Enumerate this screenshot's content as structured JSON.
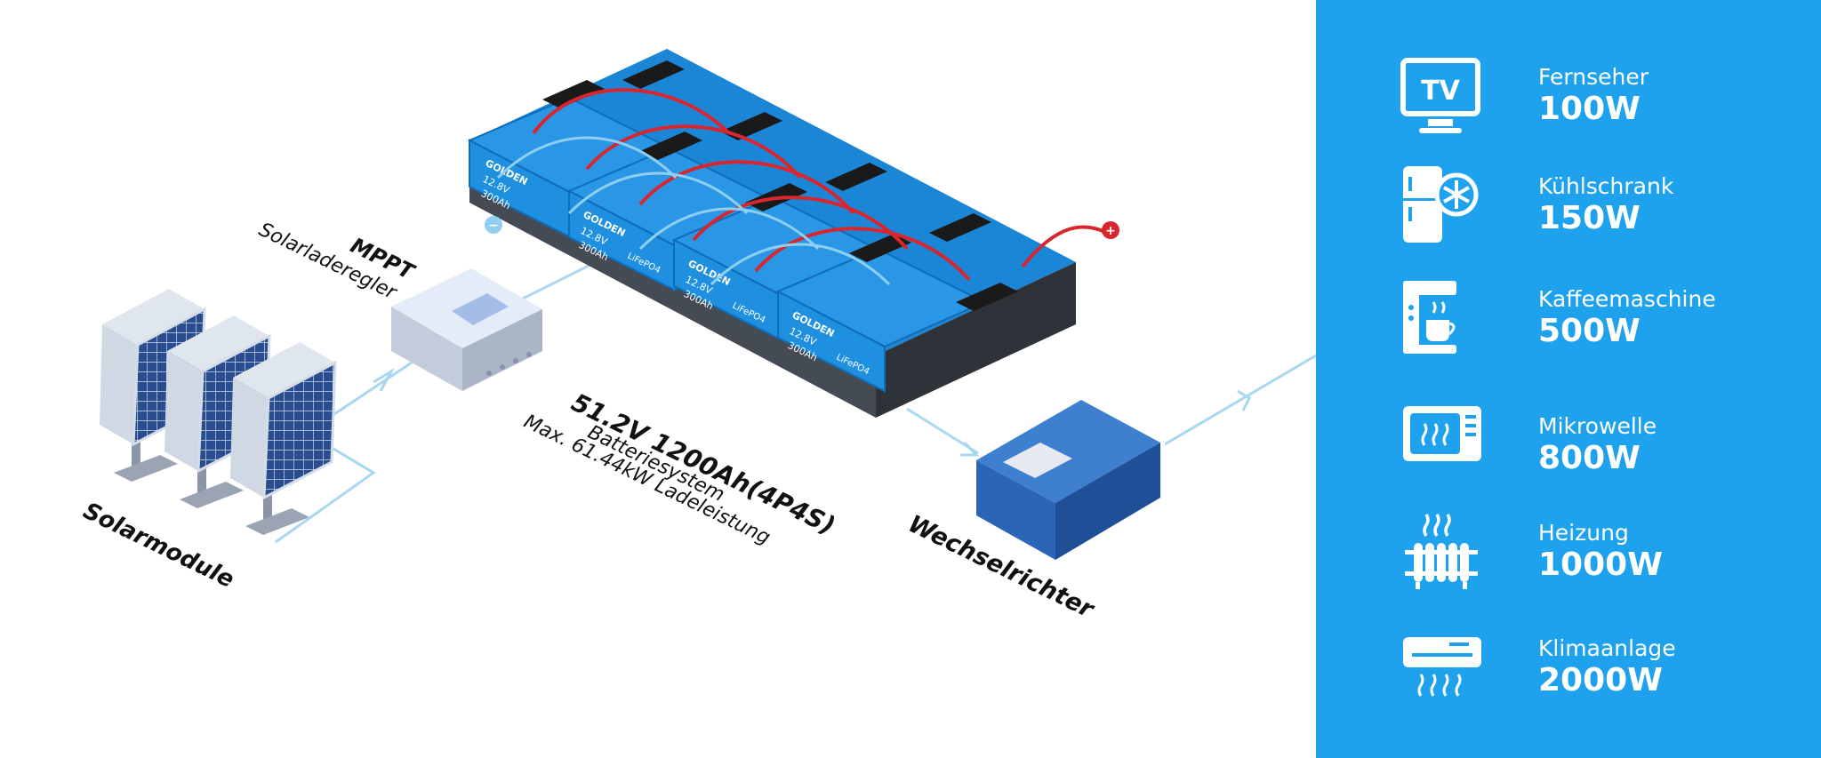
{
  "labels": {
    "solar": "Solarmodule",
    "mppt_title": "MPPT",
    "mppt_sub": "Solarladeregler",
    "battery_title": "51.2V 1200Ah(4P4S)",
    "battery_sub1": "Batteriesystem",
    "battery_sub2": "Max. 61.44kW Ladeleistung",
    "inverter": "Wechselrichter"
  },
  "battery_module": {
    "brand": "GOLDEN",
    "voltage": "12.8V",
    "capacity": "300Ah",
    "chemistry": "LiFePO4"
  },
  "terminals": {
    "negative": "−",
    "positive": "+"
  },
  "colors": {
    "panel_bg": "#1ea2ee",
    "battery_blue": "#1f8fe0",
    "wire_red": "#d9262e",
    "flow_line": "#a8d8f0"
  },
  "appliances": [
    {
      "icon": "tv-icon",
      "icon_text": "TV",
      "name": "Fernseher",
      "watt": "100W"
    },
    {
      "icon": "fridge-icon",
      "name": "Kühlschrank",
      "watt": "150W"
    },
    {
      "icon": "coffee-machine-icon",
      "name": "Kaffeemaschine",
      "watt": "500W"
    },
    {
      "icon": "microwave-icon",
      "name": "Mikrowelle",
      "watt": "800W"
    },
    {
      "icon": "heater-icon",
      "name": "Heizung",
      "watt": "1000W"
    },
    {
      "icon": "air-conditioner-icon",
      "name": "Klimaanlage",
      "watt": "2000W"
    }
  ]
}
